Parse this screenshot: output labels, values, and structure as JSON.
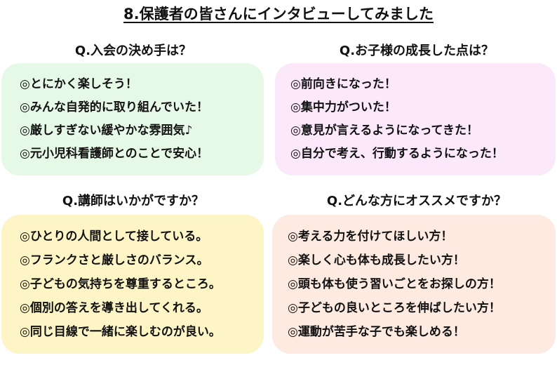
{
  "title": "8.保護者の皆さんにインタビューしてみました",
  "sections": [
    {
      "question": "Q.入会の決め手は？",
      "color": "#e6f9e6",
      "answers": [
        "◎とにかく楽しそう！",
        "◎みんな自発的に取り組んでいた！",
        "◎厳しすぎない緩やかな雰囲気♪",
        "◎元小児科看護師とのことで安心！"
      ]
    },
    {
      "question": "Q.お子様の成長した点は？",
      "color": "#fbe9fb",
      "answers": [
        "◎前向きになった！",
        "◎集中力がついた！",
        "◎意見が言えるようになってきた！",
        "◎自分で考え、行動するようになった！"
      ]
    },
    {
      "question": "Q.講師はいかがですか？",
      "color": "#fdf5c6",
      "answers": [
        "◎ひとりの人間として接している。",
        "◎フランクさと厳しさのバランス。",
        "◎子どもの気持ちを尊重するところ。",
        "◎個別の答えを導き出してくれる。",
        "◎同じ目線で一緒に楽しむのが良い。"
      ]
    },
    {
      "question": "Q.どんな方にオススメですか？",
      "color": "#fdebe1",
      "answers": [
        "◎考える力を付けてほしい方！",
        "◎楽しく心も体も成長したい方！",
        "◎頭も体も使う習いごとをお探しの方！",
        "◎子どもの良いところを伸ばしたい方！",
        "◎運動が苦手な子でも楽しめる！"
      ]
    }
  ]
}
